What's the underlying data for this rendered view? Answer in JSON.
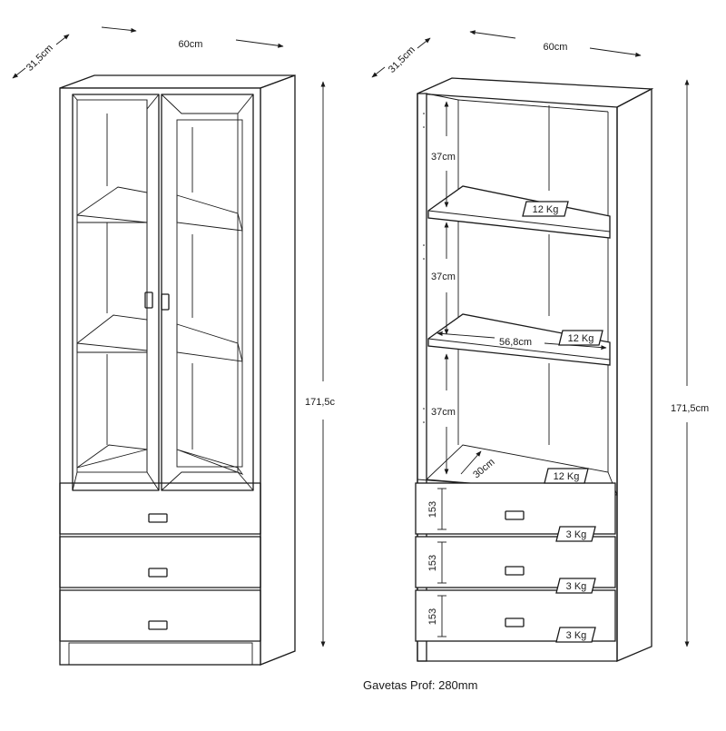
{
  "left": {
    "width_label": "60cm",
    "depth_label": "31,5cm",
    "height_label": "171,5c"
  },
  "right": {
    "width_label": "60cm",
    "depth_label": "31,5cm",
    "height_label": "171,5cm",
    "gap_labels": [
      "37cm",
      "37cm",
      "37cm"
    ],
    "shelf_width_label": "56,8cm",
    "bottom_depth_label": "30cm",
    "shelf_loads": [
      "12 Kg",
      "12 Kg",
      "12 Kg"
    ],
    "drawer_heights": [
      "153",
      "153",
      "153"
    ],
    "drawer_loads": [
      "3 Kg",
      "3 Kg",
      "3 Kg"
    ]
  },
  "footer": {
    "note": "Gavetas Prof: 280mm"
  }
}
